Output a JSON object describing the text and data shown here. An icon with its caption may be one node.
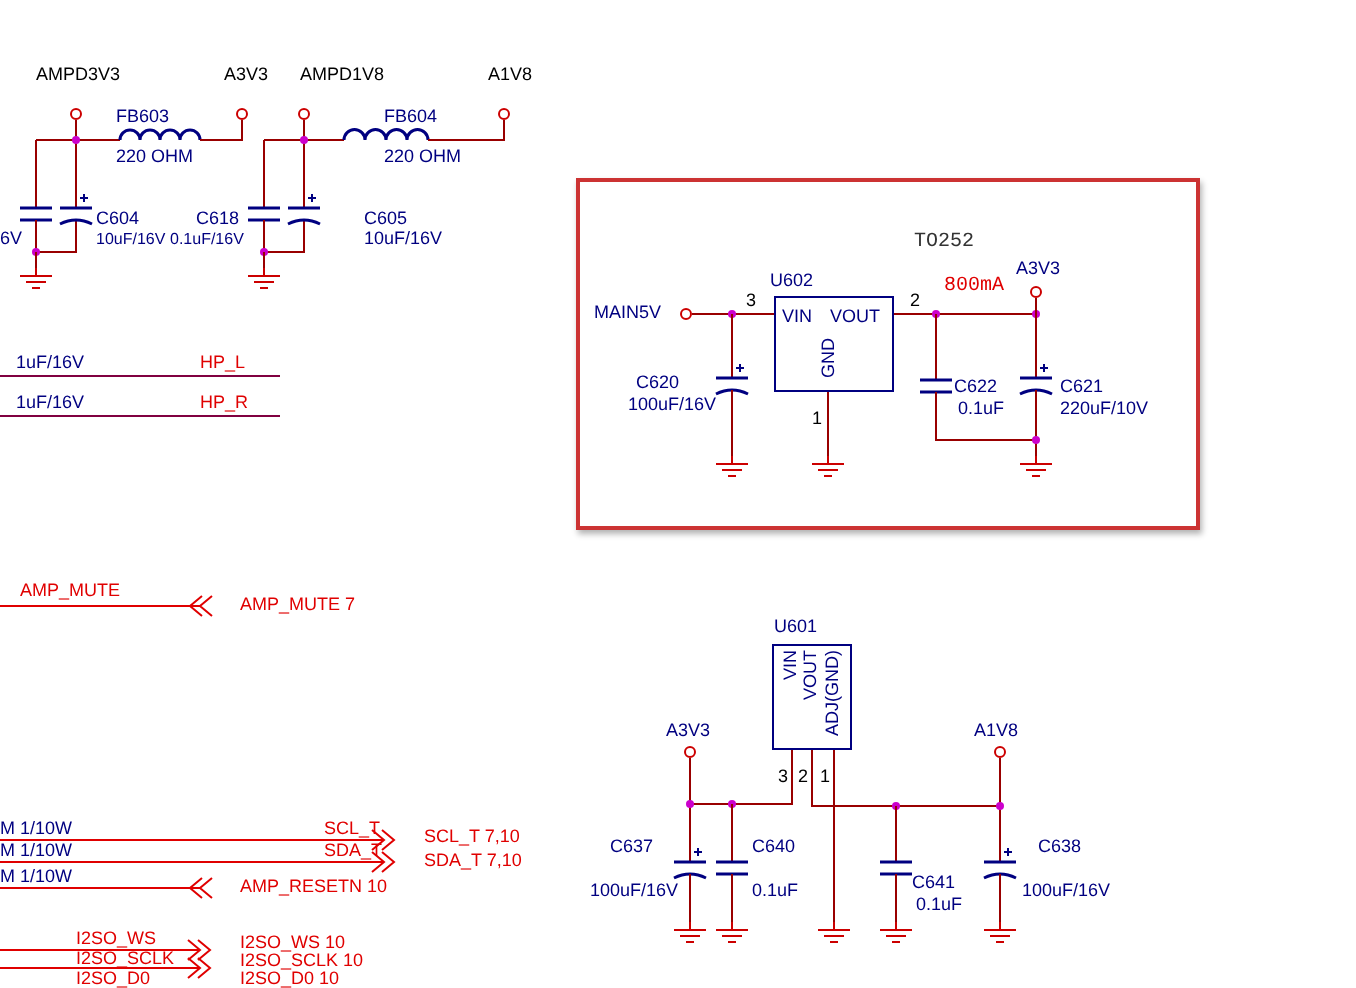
{
  "diagram": {
    "nodes": [
      {
        "text": [
          "TO252"
        ]
      },
      {
        "text": [
          "VIN",
          "VOUT",
          "GND"
        ],
        "in": 0,
        "beside": [
          "U602"
        ]
      },
      {
        "text": [
          "VIN",
          "VOUT",
          "ADJ(GND)"
        ],
        "beside": [
          "U601"
        ]
      }
    ],
    "labels": [
      "AMPD3V3",
      "A3V3",
      "AMPD1V8",
      "A1V8",
      "FB603",
      "220 OHM",
      "FB604",
      "220 OHM",
      "6V",
      "C604",
      "10uF/16V",
      "C618",
      "0.1uF/16V",
      "C605",
      "10uF/16V",
      "1uF/16V",
      "HP_L",
      "1uF/16V",
      "HP_R",
      "AMP_MUTE",
      "AMP_MUTE 7",
      "M 1/10W",
      "M 1/10W",
      "M 1/10W",
      "SCL_T",
      "SDA_T",
      "SCL_T 7,10",
      "SDA_T 7,10",
      "AMP_RESETN 10",
      "I2SO_WS",
      "I2SO_SCLK",
      "I2SO_D0",
      "I2SO_WS 10",
      "I2SO_SCLK 10",
      "I2SO_D0 10",
      "MAIN5V",
      "3",
      "2",
      "800mA",
      "A3V3",
      "C620",
      "100uF/16V",
      "1",
      "C622",
      "0.1uF",
      "C621",
      "220uF/10V",
      "A3V3",
      "A1V8",
      "3",
      "2",
      "1",
      "C637",
      "100uF/16V",
      "C640",
      "0.1uF",
      "C641",
      "0.1uF",
      "C638",
      "100uF/16V"
    ]
  }
}
